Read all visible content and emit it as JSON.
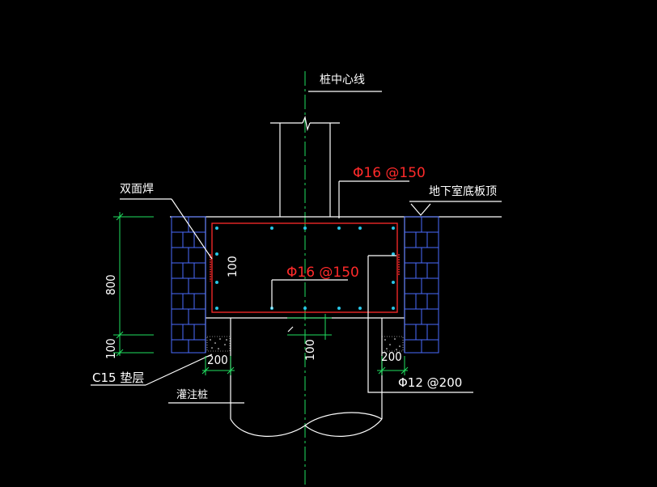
{
  "labels": {
    "pile_centerline": "桩中心线",
    "double_weld": "双面焊",
    "basement_slab_top": "地下室底板顶",
    "cushion": "C15 垫层",
    "bored_pile": "灌注桩",
    "rebar_top": "Φ16 @150",
    "rebar_mid": "Φ16 @150",
    "rebar_stirrup": "Φ12 @200"
  },
  "dimensions": {
    "height_800": "800",
    "height_100_left": "100",
    "inner_100": "100",
    "center_100": "100",
    "width_200_left": "200",
    "width_200_right": "200"
  },
  "colors": {
    "background": "#000000",
    "lines": "#ffffff",
    "rebar": "#ff2a2a",
    "dimension": "#20e060",
    "brick": "#4a6cff",
    "rebar_dots": "#29c5e6"
  }
}
